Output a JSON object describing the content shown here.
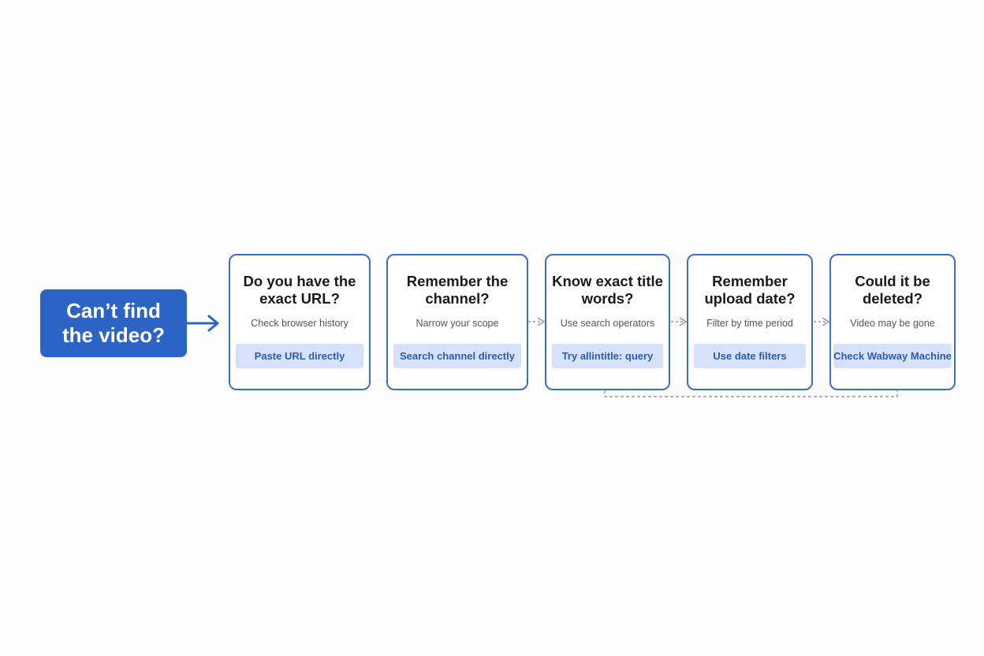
{
  "start": {
    "label": "Can’t find the video?"
  },
  "steps": [
    {
      "title": "Do you have the exact URL?",
      "hint": "Check browser history",
      "action": "Paste URL directly"
    },
    {
      "title": "Remember the channel?",
      "hint": "Narrow your scope",
      "action": "Search channel directly"
    },
    {
      "title": "Know exact title words?",
      "hint": "Use search operators",
      "action": "Try allintitle: query"
    },
    {
      "title": "Remember upload date?",
      "hint": "Filter by time period",
      "action": "Use date filters"
    },
    {
      "title": "Could it be deleted?",
      "hint": "Video may be gone",
      "action": "Check Wabway Machine"
    }
  ],
  "colors": {
    "accent": "#2b64c4",
    "card_border": "#3d6ec6",
    "action_bg": "#d5e2fa",
    "action_text": "#2a5cb8",
    "dashed_connector": "#9a9a9a"
  }
}
